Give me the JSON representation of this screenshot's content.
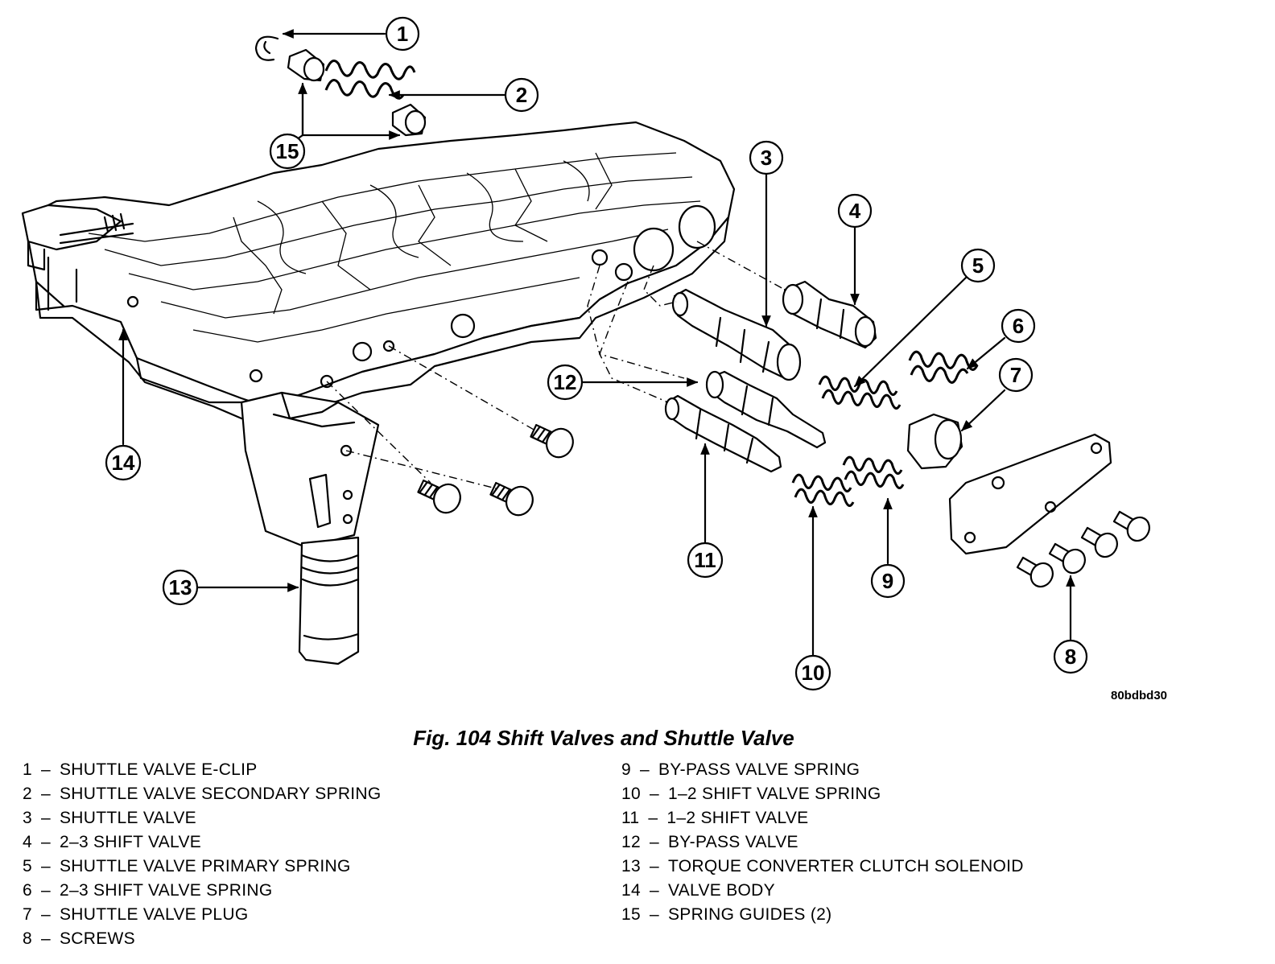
{
  "diagram": {
    "callouts": [
      "1",
      "2",
      "3",
      "4",
      "5",
      "6",
      "7",
      "8",
      "9",
      "10",
      "11",
      "12",
      "13",
      "14",
      "15"
    ],
    "image_code": "80bdbd30"
  },
  "caption": "Fig. 104 Shift Valves and Shuttle Valve",
  "legend": {
    "separator": "–",
    "left": [
      {
        "num": "1",
        "label": "SHUTTLE VALVE E-CLIP"
      },
      {
        "num": "2",
        "label": "SHUTTLE VALVE SECONDARY SPRING"
      },
      {
        "num": "3",
        "label": "SHUTTLE VALVE"
      },
      {
        "num": "4",
        "label": "2–3 SHIFT VALVE"
      },
      {
        "num": "5",
        "label": "SHUTTLE VALVE PRIMARY SPRING"
      },
      {
        "num": "6",
        "label": "2–3 SHIFT VALVE SPRING"
      },
      {
        "num": "7",
        "label": "SHUTTLE VALVE PLUG"
      },
      {
        "num": "8",
        "label": "SCREWS"
      }
    ],
    "right": [
      {
        "num": "9",
        "label": "BY-PASS VALVE SPRING"
      },
      {
        "num": "10",
        "label": "1–2 SHIFT VALVE SPRING"
      },
      {
        "num": "11",
        "label": "1–2 SHIFT VALVE"
      },
      {
        "num": "12",
        "label": "BY-PASS VALVE"
      },
      {
        "num": "13",
        "label": "TORQUE CONVERTER CLUTCH SOLENOID"
      },
      {
        "num": "14",
        "label": "VALVE BODY"
      },
      {
        "num": "15",
        "label": "SPRING GUIDES (2)"
      }
    ]
  }
}
